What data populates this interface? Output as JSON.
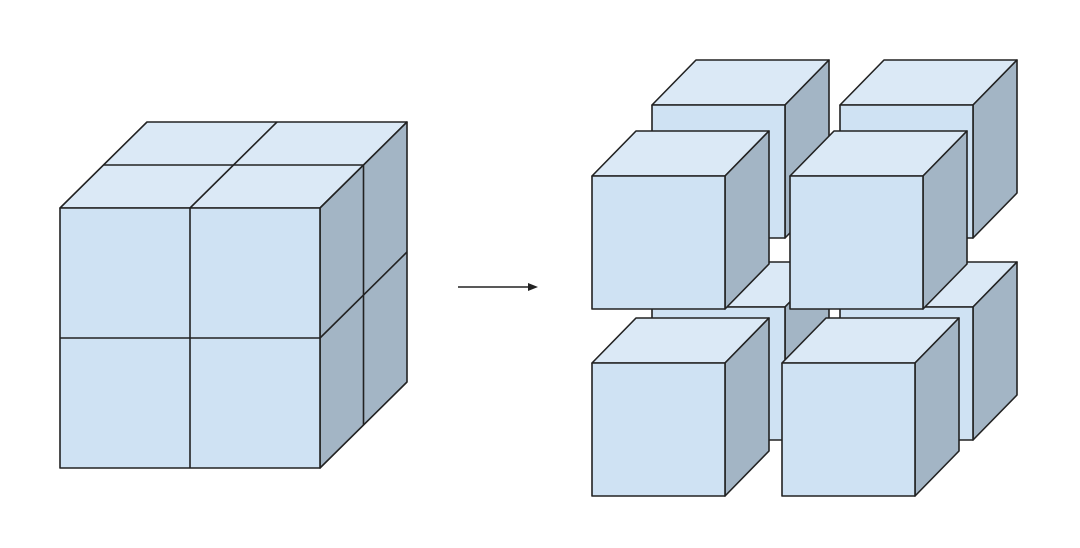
{
  "diagram": {
    "left_figure": {
      "description_role": "assembled-cube",
      "grid": [
        2,
        2,
        2
      ],
      "cell_count": 8
    },
    "arrow": {
      "direction": "right"
    },
    "right_figure": {
      "description_role": "exploded-cubes",
      "cube_count": 8
    },
    "colors": {
      "face_front": "#cfe2f3",
      "face_top": "#dbe9f6",
      "face_side": "#a3b5c5",
      "stroke": "#222222",
      "background": "#ffffff"
    }
  }
}
